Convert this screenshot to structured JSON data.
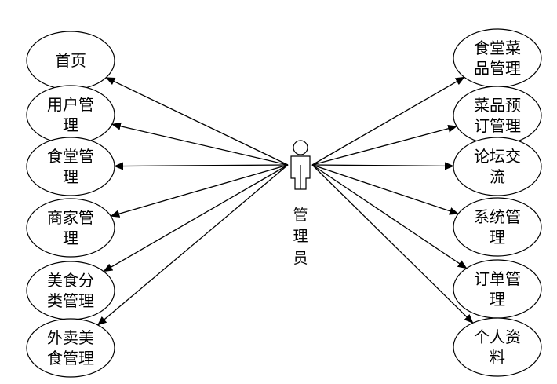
{
  "actor": {
    "label_lines": [
      "管",
      "理",
      "员"
    ]
  },
  "left_use_cases": [
    {
      "lines": [
        "首页"
      ]
    },
    {
      "lines": [
        "用户管",
        "理"
      ]
    },
    {
      "lines": [
        "食堂管",
        "理"
      ]
    },
    {
      "lines": [
        "商家管",
        "理"
      ]
    },
    {
      "lines": [
        "美食分",
        "类管理"
      ]
    },
    {
      "lines": [
        "外卖美",
        "食管理"
      ]
    }
  ],
  "right_use_cases": [
    {
      "lines": [
        "食堂菜",
        "品管理"
      ]
    },
    {
      "lines": [
        "菜品预",
        "订管理"
      ]
    },
    {
      "lines": [
        "论坛交",
        "流"
      ]
    },
    {
      "lines": [
        "系统管",
        "理"
      ]
    },
    {
      "lines": [
        "订单管",
        "理"
      ]
    },
    {
      "lines": [
        "个人资",
        "料"
      ]
    }
  ]
}
